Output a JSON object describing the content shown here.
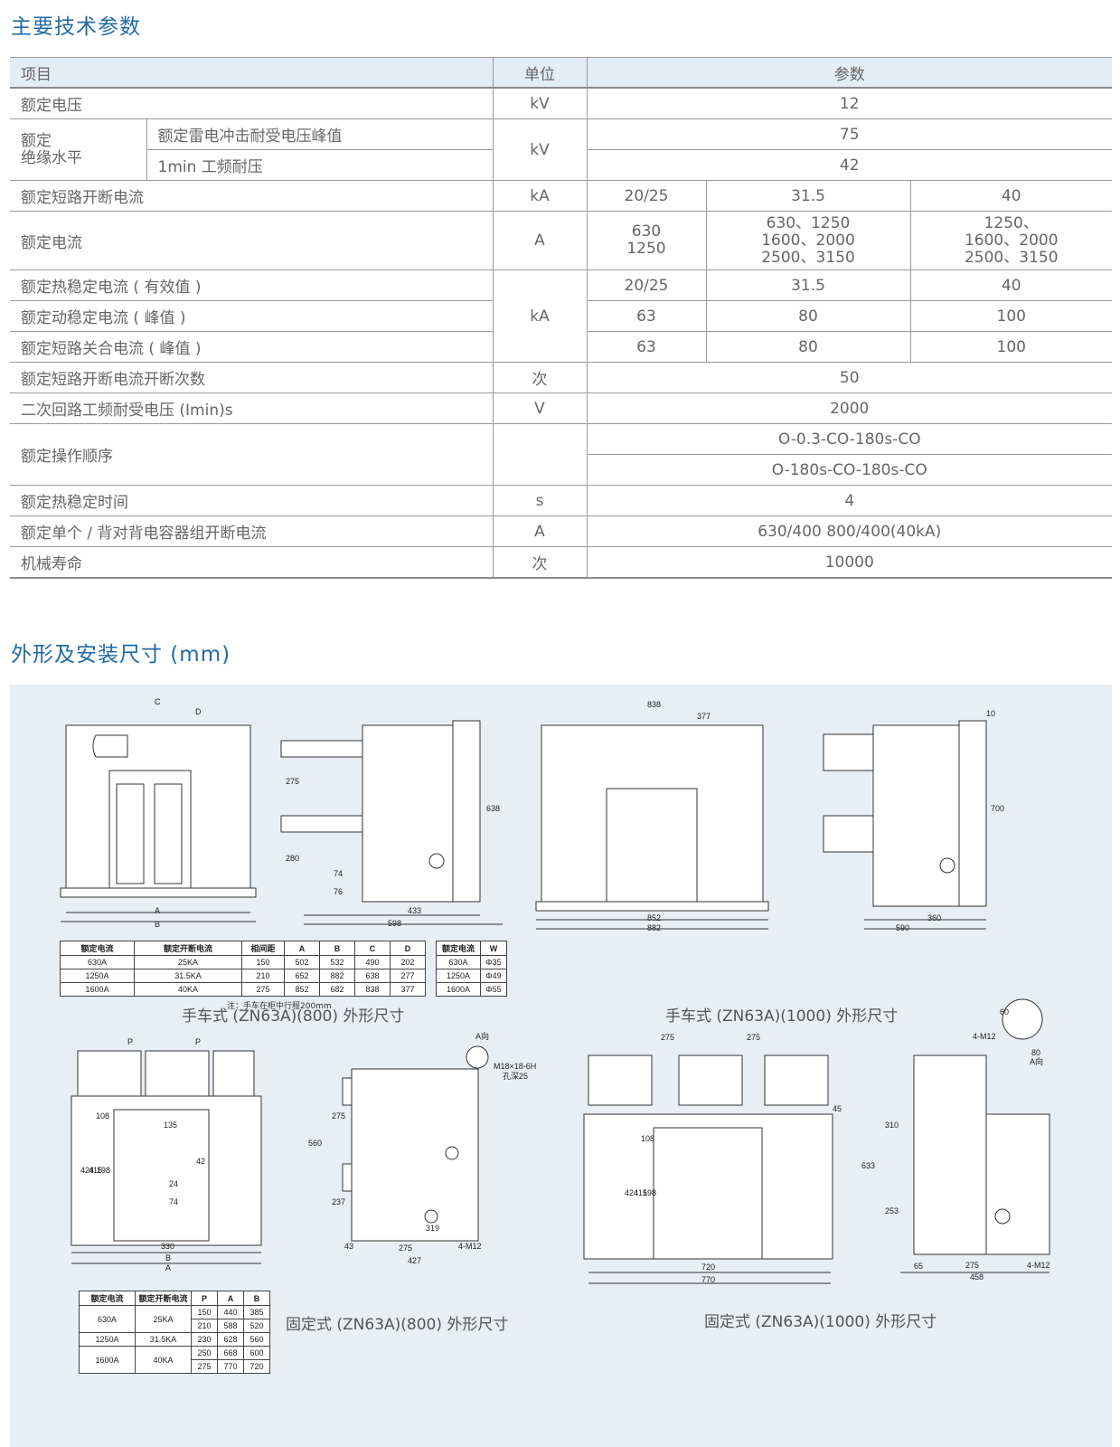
{
  "section1_title": "主要技术参数",
  "section2_title": "外形及安装尺寸 (mm)",
  "spec": {
    "head": {
      "item": "项目",
      "unit": "单位",
      "param": "参数"
    },
    "r1": {
      "name": "额定电压",
      "unit": "kV",
      "value": "12"
    },
    "insulation": {
      "group": "额定\n绝缘水平",
      "sub1": "额定雷电冲击耐受电压峰值",
      "sub2": "1min 工频耐压",
      "unit": "kV",
      "v1": "75",
      "v2": "42"
    },
    "breaking": {
      "name": "额定短路开断电流",
      "unit": "kA",
      "v": [
        "20/25",
        "31.5",
        "40"
      ]
    },
    "current": {
      "name": "额定电流",
      "unit": "A",
      "v": [
        "630\n1250",
        "630、1250\n1600、2000\n2500、3150",
        "1250、\n1600、2000\n2500、3150"
      ]
    },
    "thermal": {
      "name": "额定热稳定电流 ( 有效值 )",
      "v": [
        "20/25",
        "31.5",
        "40"
      ]
    },
    "dynamic": {
      "name": "额定动稳定电流 ( 峰值 )",
      "unit": "kA",
      "v": [
        "63",
        "80",
        "100"
      ]
    },
    "making": {
      "name": "额定短路关合电流 ( 峰值 )",
      "v": [
        "63",
        "80",
        "100"
      ]
    },
    "times": {
      "name": "额定短路开断电流开断次数",
      "unit": "次",
      "value": "50"
    },
    "secondary": {
      "name": "二次回路工频耐受电压 (Imin)s",
      "unit": "V",
      "value": "2000"
    },
    "sequence": {
      "name": "额定操作顺序",
      "v1": "O-0.3-CO-180s-CO",
      "v2": "O-180s-CO-180s-CO"
    },
    "thermal_time": {
      "name": "额定热稳定时间",
      "unit": "s",
      "value": "4"
    },
    "capacitor": {
      "name": "额定单个 / 背对背电容器组开断电流",
      "unit": "A",
      "value": "630/400 800/400(40kA)"
    },
    "life": {
      "name": "机械寿命",
      "unit": "次",
      "value": "10000"
    }
  },
  "captions": {
    "c1": "手车式 (ZN63A)(800) 外形尺寸",
    "c2": "手车式 (ZN63A)(1000) 外形尺寸",
    "c3": "固定式 (ZN63A)(800) 外形尺寸",
    "c4": "固定式 (ZN63A)(1000) 外形尺寸",
    "note": "注：手车在柜中行程200mm"
  },
  "table_a": {
    "head": [
      "额定电流",
      "额定开断电流",
      "相间距",
      "A",
      "B",
      "C",
      "D"
    ],
    "rows": [
      [
        "630A",
        "25KA",
        "150",
        "502",
        "532",
        "490",
        "202"
      ],
      [
        "1250A",
        "31.5KA",
        "210",
        "652",
        "882",
        "638",
        "277"
      ],
      [
        "1600A",
        "40KA",
        "275",
        "852",
        "682",
        "838",
        "377"
      ]
    ]
  },
  "table_b": {
    "head": [
      "额定电流",
      "W"
    ],
    "rows": [
      [
        "630A",
        "Φ35"
      ],
      [
        "1250A",
        "Φ49"
      ],
      [
        "1600A",
        "Φ55"
      ]
    ]
  },
  "table_c": {
    "head": [
      "额定电流",
      "额定开断电流",
      "P",
      "A",
      "B"
    ],
    "groups": [
      {
        "current": "630A",
        "breaking": "25KA",
        "rows": [
          [
            "150",
            "440",
            "385"
          ],
          [
            "210",
            "588",
            "520"
          ]
        ]
      },
      {
        "current": "1250A",
        "breaking": "31.5KA",
        "rows": [
          [
            "230",
            "628",
            "560"
          ]
        ]
      },
      {
        "current": "1600A",
        "breaking": "40KA",
        "rows": [
          [
            "250",
            "668",
            "600"
          ],
          [
            "275",
            "770",
            "720"
          ]
        ]
      }
    ]
  },
  "dims": {
    "d1": [
      "C",
      "D",
      "A",
      "B",
      "275",
      "280",
      "638",
      "74",
      "76",
      "433",
      "598"
    ],
    "d2": [
      "838",
      "377",
      "852",
      "882",
      "10",
      "700",
      "360",
      "590"
    ],
    "d3": [
      "P",
      "P",
      "135",
      "108",
      "424",
      "415",
      "198",
      "42",
      "24",
      "74",
      "330",
      "B",
      "A"
    ],
    "d4": [
      "A向",
      "M18×18-6H",
      "孔深25",
      "275",
      "237",
      "560",
      "43",
      "275",
      "427",
      "4-M12",
      "319"
    ],
    "d5": [
      "275",
      "275",
      "45",
      "108",
      "424",
      "415",
      "198",
      "720",
      "770"
    ],
    "d6": [
      "60",
      "4-M12",
      "80",
      "A向",
      "310",
      "253",
      "633",
      "65",
      "275",
      "458",
      "4-M12"
    ]
  }
}
